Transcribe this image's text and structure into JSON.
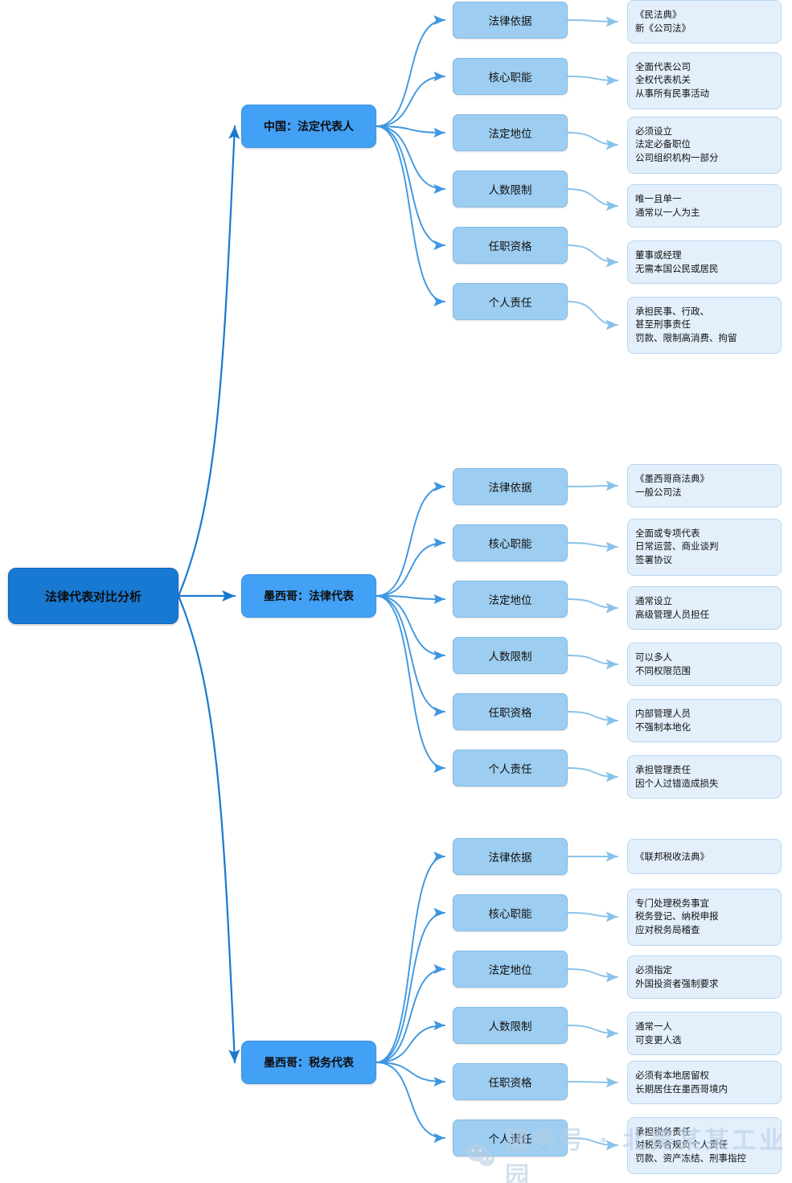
{
  "diagram": {
    "type": "mindmap",
    "title": "法律代表对比分析",
    "root": {
      "label": "法律代表对比分析",
      "color": "#1879d2"
    },
    "topic_labels": [
      "法律依据",
      "核心职能",
      "法定地位",
      "人数限制",
      "任职资格",
      "个人责任"
    ],
    "colors": {
      "root_fill": "#1879d2",
      "branch_fill": "#42a0f5",
      "topic_fill": "#9dcdf0",
      "detail_fill": "#e3effb",
      "detail_border": "#b9d8f2",
      "edge": "#3e97e0",
      "root_edge": "#1a79cf"
    },
    "branches": [
      {
        "label": "中国：法定代表人",
        "topics": [
          {
            "label": "法律依据",
            "details": [
              "《民法典》",
              "新《公司法》"
            ]
          },
          {
            "label": "核心职能",
            "details": [
              "全面代表公司",
              "全权代表机关",
              "从事所有民事活动"
            ]
          },
          {
            "label": "法定地位",
            "details": [
              "必须设立",
              "法定必备职位",
              "公司组织机构一部分"
            ]
          },
          {
            "label": "人数限制",
            "details": [
              "唯一且单一",
              "通常以一人为主"
            ]
          },
          {
            "label": "任职资格",
            "details": [
              "董事或经理",
              "无需本国公民或居民"
            ]
          },
          {
            "label": "个人责任",
            "details": [
              "承担民事、行政、",
              "甚至刑事责任",
              "罚款、限制高消费、拘留"
            ]
          }
        ]
      },
      {
        "label": "墨西哥：法律代表",
        "topics": [
          {
            "label": "法律依据",
            "details": [
              "《墨西哥商法典》",
              "一般公司法"
            ]
          },
          {
            "label": "核心职能",
            "details": [
              "全面或专项代表",
              "日常运营、商业谈判",
              "签署协议"
            ]
          },
          {
            "label": "法定地位",
            "details": [
              "通常设立",
              "高级管理人员担任"
            ]
          },
          {
            "label": "人数限制",
            "details": [
              "可以多人",
              "不同权限范围"
            ]
          },
          {
            "label": "任职资格",
            "details": [
              "内部管理人员",
              "不强制本地化"
            ]
          },
          {
            "label": "个人责任",
            "details": [
              "承担管理责任",
              "因个人过错造成损失"
            ]
          }
        ]
      },
      {
        "label": "墨西哥：税务代表",
        "topics": [
          {
            "label": "法律依据",
            "details": [
              "《联邦税收法典》"
            ]
          },
          {
            "label": "核心职能",
            "details": [
              "专门处理税务事宜",
              "税务登记、纳税申报",
              "应对税务局稽查"
            ]
          },
          {
            "label": "法定地位",
            "details": [
              "必须指定",
              "外国投资者强制要求"
            ]
          },
          {
            "label": "人数限制",
            "details": [
              "通常一人",
              "可变更人选"
            ]
          },
          {
            "label": "任职资格",
            "details": [
              "必须有本地居留权",
              "长期居住在墨西哥境内"
            ]
          },
          {
            "label": "个人责任",
            "details": [
              "承担税务责任",
              "对税务合规负个人责任",
              "罚款、资产冻结、刑事指控"
            ]
          }
        ]
      }
    ]
  },
  "watermark": {
    "text": "服务号 · 北美某某工业园",
    "icon": "wechat-icon"
  }
}
